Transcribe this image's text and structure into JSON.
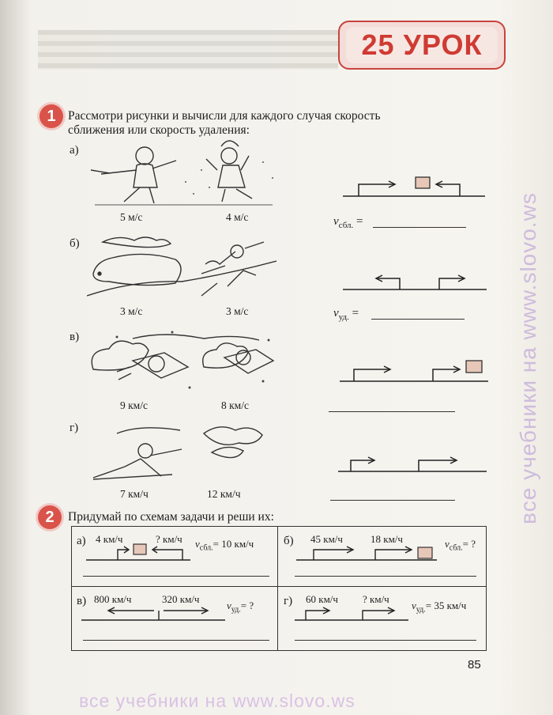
{
  "lesson": {
    "label": "25 УРОК"
  },
  "task1": {
    "number": "1",
    "text_line1": "Рассмотри рисунки и вычисли для каждого случая скорость",
    "text_line2": "сближения или скорость удаления:",
    "items": [
      {
        "label": "а)",
        "speed_left": "5 м/с",
        "speed_right": "4 м/с",
        "formula_var": "v",
        "formula_sub": "сбл.",
        "formula_eq": "="
      },
      {
        "label": "б)",
        "speed_left": "3 м/с",
        "speed_right": "3 м/с",
        "formula_var": "v",
        "formula_sub": "уд.",
        "formula_eq": "="
      },
      {
        "label": "в)",
        "speed_left": "9 км/с",
        "speed_right": "8 км/с"
      },
      {
        "label": "г)",
        "speed_left": "7 км/ч",
        "speed_right": "12 км/ч"
      }
    ]
  },
  "task2": {
    "number": "2",
    "text": "Придумай по схемам задачи и реши их:",
    "cells": [
      {
        "label": "а)",
        "speed1": "4 км/ч",
        "speed2": "? км/ч",
        "formula": "v",
        "formula_sub": "сбл.",
        "formula_rest": "= 10 км/ч"
      },
      {
        "label": "б)",
        "speed1": "45 км/ч",
        "speed2": "18 км/ч",
        "formula": "v",
        "formula_sub": "сбл.",
        "formula_rest": "= ?"
      },
      {
        "label": "в)",
        "speed1": "800 км/ч",
        "speed2": "320 км/ч",
        "formula": "v",
        "formula_sub": "уд.",
        "formula_rest": "= ?"
      },
      {
        "label": "г)",
        "speed1": "60 км/ч",
        "speed2": "? км/ч",
        "formula": "v",
        "formula_sub": "уд.",
        "formula_rest": "= 35 км/ч"
      }
    ]
  },
  "page_number": "85",
  "watermark_side": "все учебники на www.slovo.ws",
  "watermark_bottom": "все учебники на www.slovo.ws"
}
